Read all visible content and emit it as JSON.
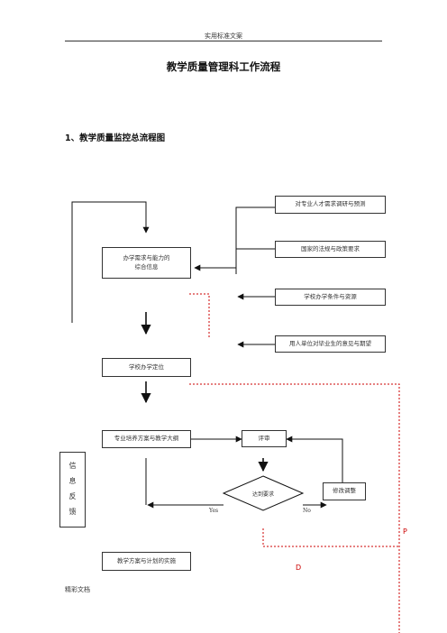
{
  "header": {
    "text": "实用标准文案"
  },
  "doc_title": "教学质量管理科工作流程",
  "section_heading": "1、教学质量监控总流程图",
  "footer": {
    "text": "精彩文档"
  },
  "diagram": {
    "boxes": {
      "survey": "对专业人才需求调研与预测",
      "policy": "国家的法规与政策要求",
      "info_line1": "办学需求与能力的",
      "info_line2": "综合信息",
      "conditions": "学校办学条件与资源",
      "employer": "用人单位对毕业生的意见与期望",
      "positioning": "学校办学定位",
      "plan": "专业培养方案与教学大纲",
      "review": "评审",
      "decision": "达到要求",
      "revise": "修改调整",
      "implement": "教学方案与计划的实施",
      "feedback_chars": [
        "信",
        "息",
        "反",
        "馈"
      ]
    },
    "edge_labels": {
      "yes": "Yes",
      "no": "No"
    },
    "marks": {
      "p": "P",
      "d": "D"
    }
  }
}
